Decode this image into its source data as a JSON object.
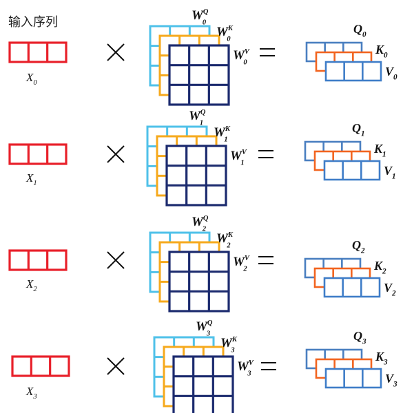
{
  "title": "输入序列",
  "operators": {
    "times": "×",
    "equals": "="
  },
  "colors": {
    "input": "#e8202a",
    "wq": "#4fc1e9",
    "wk": "#f6a91c",
    "wv": "#1b2a6e",
    "q": "#4a7fc0",
    "k": "#f2641f",
    "v": "#3f7dc8"
  },
  "rows": [
    {
      "x_base": "X",
      "index": "0",
      "wq_base": "W",
      "wq_sup": "Q",
      "wk_base": "W",
      "wk_sup": "K",
      "wv_base": "W",
      "wv_sup": "V",
      "q_base": "Q",
      "k_base": "K",
      "v_base": "V"
    },
    {
      "x_base": "X",
      "index": "1",
      "wq_base": "W",
      "wq_sup": "Q",
      "wk_base": "W",
      "wk_sup": "K",
      "wv_base": "W",
      "wv_sup": "V",
      "q_base": "Q",
      "k_base": "K",
      "v_base": "V"
    },
    {
      "x_base": "X",
      "index": "2",
      "wq_base": "W",
      "wq_sup": "Q",
      "wk_base": "W",
      "wk_sup": "K",
      "wv_base": "W",
      "wv_sup": "V",
      "q_base": "Q",
      "k_base": "K",
      "v_base": "V"
    },
    {
      "x_base": "X",
      "index": "3",
      "wq_base": "W",
      "wq_sup": "Q",
      "wk_base": "W",
      "wk_sup": "K",
      "wv_base": "W",
      "wv_sup": "V",
      "q_base": "Q",
      "k_base": "K",
      "v_base": "V"
    }
  ]
}
